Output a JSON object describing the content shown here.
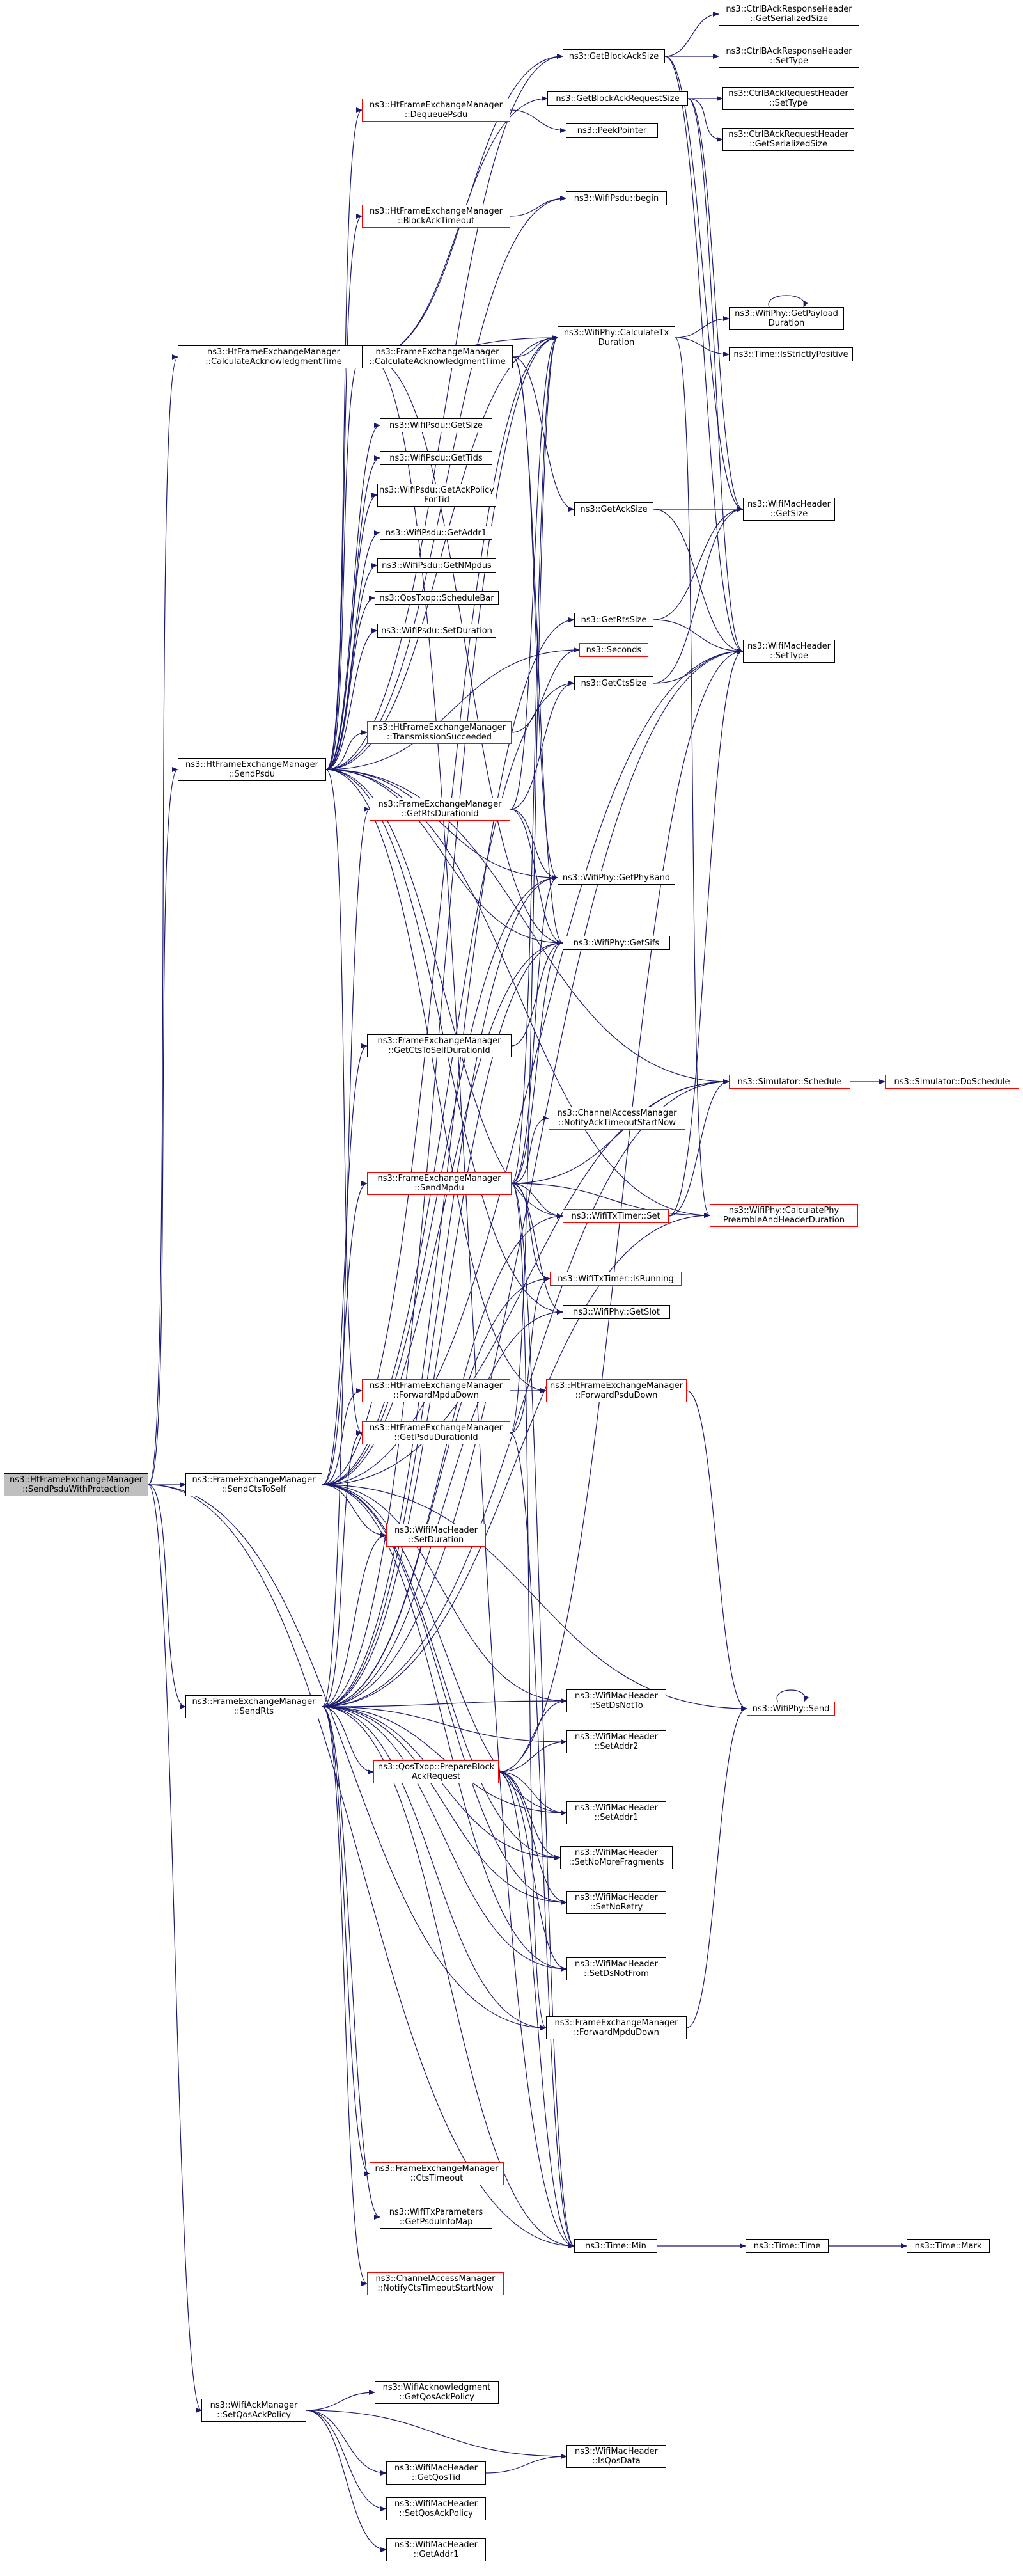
{
  "colors": {
    "edge": "#191970",
    "border": "#000000",
    "red_border": "#ff0000",
    "root_fill": "#bfbfbf"
  },
  "nodes": {
    "root": "ns3::HtFrameExchangeManager\n::SendPsduWithProtection",
    "ht_calc_ack_time": "ns3::HtFrameExchangeManager\n::CalculateAcknowledgmentTime",
    "ht_send_psdu": "ns3::HtFrameExchangeManager\n::SendPsdu",
    "fem_send_cts_to_self": "ns3::FrameExchangeManager\n::SendCtsToSelf",
    "fem_send_rts": "ns3::FrameExchangeManager\n::SendRts",
    "ack_mgr_set_qos_ack": "ns3::WifiAckManager\n::SetQosAckPolicy",
    "get_block_ack_size": "ns3::GetBlockAckSize",
    "get_block_ack_request_size": "ns3::GetBlockAckRequestSize",
    "peek_pointer": "ns3::PeekPointer",
    "ht_dequeue_psdu": "ns3::HtFrameExchangeManager\n::DequeuePsdu",
    "ht_block_ack_timeout": "ns3::HtFrameExchangeManager\n::BlockAckTimeout",
    "wifipsdu_begin": "ns3::WifiPsdu::begin",
    "fem_calc_ack_time": "ns3::FrameExchangeManager\n::CalculateAcknowledgmentTime",
    "phy_calc_tx_duration": "ns3::WifiPhy::CalculateTx\nDuration",
    "phy_get_payload_duration": "ns3::WifiPhy::GetPayload\nDuration",
    "time_is_strictly_positive": "ns3::Time::IsStrictlyPositive",
    "ctrl_bar_resp_get_size": "ns3::CtrlBAckResponseHeader\n::GetSerializedSize",
    "ctrl_bar_resp_set_type": "ns3::CtrlBAckResponseHeader\n::SetType",
    "ctrl_bar_req_set_type": "ns3::CtrlBAckRequestHeader\n::SetType",
    "ctrl_bar_req_get_size": "ns3::CtrlBAckRequestHeader\n::GetSerializedSize",
    "psdu_get_size": "ns3::WifiPsdu::GetSize",
    "psdu_get_tids": "ns3::WifiPsdu::GetTids",
    "psdu_get_ack_policy": "ns3::WifiPsdu::GetAckPolicy\nForTid",
    "psdu_get_addr1": "ns3::WifiPsdu::GetAddr1",
    "psdu_get_nmpdus": "ns3::WifiPsdu::GetNMpdus",
    "qostxop_schedule_bar": "ns3::QosTxop::ScheduleBar",
    "psdu_set_duration": "ns3::WifiPsdu::SetDuration",
    "get_ack_size": "ns3::GetAckSize",
    "machdr_get_size": "ns3::WifiMacHeader\n::GetSize",
    "get_rts_size": "ns3::GetRtsSize",
    "seconds": "ns3::Seconds",
    "get_cts_size": "ns3::GetCtsSize",
    "machdr_set_type": "ns3::WifiMacHeader\n::SetType",
    "ht_tx_succeeded": "ns3::HtFrameExchangeManager\n::TransmissionSucceeded",
    "fem_get_rts_duration_id": "ns3::FrameExchangeManager\n::GetRtsDurationId",
    "phy_get_phy_band": "ns3::WifiPhy::GetPhyBand",
    "phy_get_sifs": "ns3::WifiPhy::GetSifs",
    "fem_get_cts_to_self_duration_id": "ns3::FrameExchangeManager\n::GetCtsToSelfDurationId",
    "sim_schedule": "ns3::Simulator::Schedule",
    "sim_do_schedule": "ns3::Simulator::DoSchedule",
    "cam_notify_ack_timeout": "ns3::ChannelAccessManager\n::NotifyAckTimeoutStartNow",
    "fem_send_mpdu": "ns3::FrameExchangeManager\n::SendMpdu",
    "wifitxtimer_set": "ns3::WifiTxTimer::Set",
    "phy_calc_preamble_header": "ns3::WifiPhy::CalculatePhy\nPreambleAndHeaderDuration",
    "wifitxtimer_is_running": "ns3::WifiTxTimer::IsRunning",
    "phy_get_slot": "ns3::WifiPhy::GetSlot",
    "ht_forward_mpdu_down": "ns3::HtFrameExchangeManager\n::ForwardMpduDown",
    "ht_forward_psdu_down": "ns3::HtFrameExchangeManager\n::ForwardPsduDown",
    "ht_get_psdu_duration_id": "ns3::HtFrameExchangeManager\n::GetPsduDurationId",
    "machdr_set_duration": "ns3::WifiMacHeader\n::SetDuration",
    "machdr_set_ds_not_to": "ns3::WifiMacHeader\n::SetDsNotTo",
    "phy_send": "ns3::WifiPhy::Send",
    "machdr_set_addr2": "ns3::WifiMacHeader\n::SetAddr2",
    "qostxop_prepare_bar": "ns3::QosTxop::PrepareBlock\nAckRequest",
    "machdr_set_addr1": "ns3::WifiMacHeader\n::SetAddr1",
    "machdr_set_no_more_frag": "ns3::WifiMacHeader\n::SetNoMoreFragments",
    "machdr_set_no_retry": "ns3::WifiMacHeader\n::SetNoRetry",
    "machdr_set_ds_not_from": "ns3::WifiMacHeader\n::SetDsNotFrom",
    "fem_forward_mpdu_down": "ns3::FrameExchangeManager\n::ForwardMpduDown",
    "fem_cts_timeout": "ns3::FrameExchangeManager\n::CtsTimeout",
    "txparams_get_psdu_info_map": "ns3::WifiTxParameters\n::GetPsduInfoMap",
    "cam_notify_cts_timeout": "ns3::ChannelAccessManager\n::NotifyCtsTimeoutStartNow",
    "time_min": "ns3::Time::Min",
    "time_time": "ns3::Time::Time",
    "time_mark": "ns3::Time::Mark",
    "ack_get_qos_ack_policy": "ns3::WifiAcknowledgment\n::GetQosAckPolicy",
    "machdr_is_qos_data": "ns3::WifiMacHeader\n::IsQosData",
    "machdr_get_qos_tid": "ns3::WifiMacHeader\n::GetQosTid",
    "machdr_set_qos_ack_policy": "ns3::WifiMacHeader\n::SetQosAckPolicy",
    "machdr_get_addr1": "ns3::WifiMacHeader\n::GetAddr1"
  },
  "edges": [
    [
      "root",
      "ht_calc_ack_time"
    ],
    [
      "root",
      "ht_send_psdu"
    ],
    [
      "root",
      "fem_send_cts_to_self"
    ],
    [
      "root",
      "fem_send_rts"
    ],
    [
      "root",
      "ack_mgr_set_qos_ack"
    ],
    [
      "root",
      "fem_forward_mpdu_down"
    ],
    [
      "root",
      "time_min"
    ],
    [
      "ht_calc_ack_time",
      "get_block_ack_size"
    ],
    [
      "ht_calc_ack_time",
      "get_block_ack_request_size"
    ],
    [
      "ht_calc_ack_time",
      "fem_calc_ack_time"
    ],
    [
      "ht_calc_ack_time",
      "phy_calc_tx_duration"
    ],
    [
      "ht_calc_ack_time",
      "phy_get_sifs"
    ],
    [
      "ht_calc_ack_time",
      "time_min"
    ],
    [
      "get_block_ack_size",
      "ctrl_bar_resp_get_size"
    ],
    [
      "get_block_ack_size",
      "ctrl_bar_resp_set_type"
    ],
    [
      "get_block_ack_size",
      "machdr_get_size"
    ],
    [
      "get_block_ack_size",
      "machdr_set_type"
    ],
    [
      "get_block_ack_request_size",
      "ctrl_bar_req_set_type"
    ],
    [
      "get_block_ack_request_size",
      "ctrl_bar_req_get_size"
    ],
    [
      "get_block_ack_request_size",
      "machdr_get_size"
    ],
    [
      "get_block_ack_request_size",
      "machdr_set_type"
    ],
    [
      "ht_dequeue_psdu",
      "peek_pointer"
    ],
    [
      "ht_block_ack_timeout",
      "wifipsdu_begin"
    ],
    [
      "fem_calc_ack_time",
      "phy_calc_tx_duration"
    ],
    [
      "fem_calc_ack_time",
      "get_ack_size"
    ],
    [
      "fem_calc_ack_time",
      "phy_get_phy_band"
    ],
    [
      "fem_calc_ack_time",
      "phy_get_sifs"
    ],
    [
      "phy_calc_tx_duration",
      "phy_get_payload_duration"
    ],
    [
      "phy_calc_tx_duration",
      "time_is_strictly_positive"
    ],
    [
      "phy_calc_tx_duration",
      "phy_calc_preamble_header"
    ],
    [
      "phy_get_payload_duration",
      "phy_get_payload_duration"
    ],
    [
      "get_ack_size",
      "machdr_get_size"
    ],
    [
      "get_ack_size",
      "machdr_set_type"
    ],
    [
      "get_rts_size",
      "machdr_get_size"
    ],
    [
      "get_rts_size",
      "machdr_set_type"
    ],
    [
      "get_cts_size",
      "machdr_get_size"
    ],
    [
      "get_cts_size",
      "machdr_set_type"
    ],
    [
      "ht_send_psdu",
      "get_block_ack_size"
    ],
    [
      "ht_send_psdu",
      "ht_dequeue_psdu"
    ],
    [
      "ht_send_psdu",
      "ht_block_ack_timeout"
    ],
    [
      "ht_send_psdu",
      "wifipsdu_begin"
    ],
    [
      "ht_send_psdu",
      "phy_calc_tx_duration"
    ],
    [
      "ht_send_psdu",
      "fem_calc_ack_time"
    ],
    [
      "ht_send_psdu",
      "psdu_get_size"
    ],
    [
      "ht_send_psdu",
      "psdu_get_tids"
    ],
    [
      "ht_send_psdu",
      "psdu_get_ack_policy"
    ],
    [
      "ht_send_psdu",
      "psdu_get_addr1"
    ],
    [
      "ht_send_psdu",
      "psdu_get_nmpdus"
    ],
    [
      "ht_send_psdu",
      "qostxop_schedule_bar"
    ],
    [
      "ht_send_psdu",
      "psdu_set_duration"
    ],
    [
      "ht_send_psdu",
      "seconds"
    ],
    [
      "ht_send_psdu",
      "ht_tx_succeeded"
    ],
    [
      "ht_send_psdu",
      "phy_get_phy_band"
    ],
    [
      "ht_send_psdu",
      "phy_get_sifs"
    ],
    [
      "ht_send_psdu",
      "sim_schedule"
    ],
    [
      "ht_send_psdu",
      "wifitxtimer_set"
    ],
    [
      "ht_send_psdu",
      "ht_forward_psdu_down"
    ],
    [
      "ht_send_psdu",
      "ht_get_psdu_duration_id"
    ],
    [
      "ht_send_psdu",
      "phy_calc_preamble_header"
    ],
    [
      "ht_send_psdu",
      "phy_get_slot"
    ],
    [
      "ht_tx_succeeded",
      "seconds"
    ],
    [
      "fem_get_rts_duration_id",
      "phy_calc_tx_duration"
    ],
    [
      "fem_get_rts_duration_id",
      "get_cts_size"
    ],
    [
      "fem_get_rts_duration_id",
      "phy_get_phy_band"
    ],
    [
      "fem_get_rts_duration_id",
      "phy_get_sifs"
    ],
    [
      "fem_get_cts_to_self_duration_id",
      "phy_get_sifs"
    ],
    [
      "sim_schedule",
      "sim_do_schedule"
    ],
    [
      "fem_send_mpdu",
      "phy_calc_tx_duration"
    ],
    [
      "fem_send_mpdu",
      "phy_get_phy_band"
    ],
    [
      "fem_send_mpdu",
      "phy_get_sifs"
    ],
    [
      "fem_send_mpdu",
      "cam_notify_ack_timeout"
    ],
    [
      "fem_send_mpdu",
      "wifitxtimer_set"
    ],
    [
      "fem_send_mpdu",
      "phy_calc_preamble_header"
    ],
    [
      "fem_send_mpdu",
      "wifitxtimer_is_running"
    ],
    [
      "fem_send_mpdu",
      "phy_get_slot"
    ],
    [
      "fem_send_mpdu",
      "fem_forward_mpdu_down"
    ],
    [
      "fem_send_mpdu",
      "time_min"
    ],
    [
      "fem_send_mpdu",
      "sim_schedule"
    ],
    [
      "wifitxtimer_set",
      "sim_schedule"
    ],
    [
      "wifitxtimer_set",
      "machdr_set_type"
    ],
    [
      "ht_forward_mpdu_down",
      "ht_forward_psdu_down"
    ],
    [
      "ht_forward_psdu_down",
      "phy_send"
    ],
    [
      "ht_get_psdu_duration_id",
      "phy_calc_tx_duration"
    ],
    [
      "ht_get_psdu_duration_id",
      "time_min"
    ],
    [
      "ht_get_psdu_duration_id",
      "wifitxtimer_is_running"
    ],
    [
      "phy_send",
      "phy_send"
    ],
    [
      "fem_send_cts_to_self",
      "phy_calc_tx_duration"
    ],
    [
      "fem_send_cts_to_self",
      "get_cts_size"
    ],
    [
      "fem_send_cts_to_self",
      "machdr_set_type"
    ],
    [
      "fem_send_cts_to_self",
      "phy_get_phy_band"
    ],
    [
      "fem_send_cts_to_self",
      "phy_get_sifs"
    ],
    [
      "fem_send_cts_to_self",
      "fem_get_cts_to_self_duration_id"
    ],
    [
      "fem_send_cts_to_self",
      "fem_send_mpdu"
    ],
    [
      "fem_send_cts_to_self",
      "ht_forward_mpdu_down"
    ],
    [
      "fem_send_cts_to_self",
      "machdr_set_duration"
    ],
    [
      "fem_send_cts_to_self",
      "machdr_set_ds_not_to"
    ],
    [
      "fem_send_cts_to_self",
      "phy_send"
    ],
    [
      "fem_send_cts_to_self",
      "sim_schedule"
    ],
    [
      "fem_send_cts_to_self",
      "machdr_set_addr1"
    ],
    [
      "fem_send_cts_to_self",
      "machdr_set_no_more_frag"
    ],
    [
      "fem_send_cts_to_self",
      "machdr_set_no_retry"
    ],
    [
      "fem_send_cts_to_self",
      "machdr_set_ds_not_from"
    ],
    [
      "fem_send_rts",
      "phy_calc_tx_duration"
    ],
    [
      "fem_send_rts",
      "get_rts_size"
    ],
    [
      "fem_send_rts",
      "machdr_set_type"
    ],
    [
      "fem_send_rts",
      "fem_get_rts_duration_id"
    ],
    [
      "fem_send_rts",
      "phy_get_phy_band"
    ],
    [
      "fem_send_rts",
      "phy_get_sifs"
    ],
    [
      "fem_send_rts",
      "sim_schedule"
    ],
    [
      "fem_send_rts",
      "wifitxtimer_set"
    ],
    [
      "fem_send_rts",
      "phy_calc_preamble_header"
    ],
    [
      "fem_send_rts",
      "wifitxtimer_is_running"
    ],
    [
      "fem_send_rts",
      "phy_get_slot"
    ],
    [
      "fem_send_rts",
      "ht_get_psdu_duration_id"
    ],
    [
      "fem_send_rts",
      "machdr_set_duration"
    ],
    [
      "fem_send_rts",
      "machdr_set_ds_not_to"
    ],
    [
      "fem_send_rts",
      "machdr_set_addr2"
    ],
    [
      "fem_send_rts",
      "qostxop_prepare_bar"
    ],
    [
      "fem_send_rts",
      "machdr_set_addr1"
    ],
    [
      "fem_send_rts",
      "machdr_set_no_more_frag"
    ],
    [
      "fem_send_rts",
      "machdr_set_no_retry"
    ],
    [
      "fem_send_rts",
      "machdr_set_ds_not_from"
    ],
    [
      "fem_send_rts",
      "fem_forward_mpdu_down"
    ],
    [
      "fem_send_rts",
      "fem_cts_timeout"
    ],
    [
      "fem_send_rts",
      "txparams_get_psdu_info_map"
    ],
    [
      "fem_send_rts",
      "cam_notify_cts_timeout"
    ],
    [
      "fem_send_rts",
      "time_min"
    ],
    [
      "qostxop_prepare_bar",
      "machdr_set_ds_not_to"
    ],
    [
      "qostxop_prepare_bar",
      "machdr_set_addr2"
    ],
    [
      "qostxop_prepare_bar",
      "machdr_set_addr1"
    ],
    [
      "qostxop_prepare_bar",
      "machdr_set_no_more_frag"
    ],
    [
      "qostxop_prepare_bar",
      "machdr_set_no_retry"
    ],
    [
      "qostxop_prepare_bar",
      "machdr_set_ds_not_from"
    ],
    [
      "qostxop_prepare_bar",
      "machdr_set_type"
    ],
    [
      "qostxop_prepare_bar",
      "time_min"
    ],
    [
      "fem_forward_mpdu_down",
      "phy_send"
    ],
    [
      "time_min",
      "time_time"
    ],
    [
      "time_time",
      "time_mark"
    ],
    [
      "ack_mgr_set_qos_ack",
      "ack_get_qos_ack_policy"
    ],
    [
      "ack_mgr_set_qos_ack",
      "machdr_is_qos_data"
    ],
    [
      "ack_mgr_set_qos_ack",
      "machdr_get_qos_tid"
    ],
    [
      "ack_mgr_set_qos_ack",
      "machdr_set_qos_ack_policy"
    ],
    [
      "ack_mgr_set_qos_ack",
      "machdr_get_addr1"
    ],
    [
      "machdr_get_qos_tid",
      "machdr_is_qos_data"
    ]
  ]
}
